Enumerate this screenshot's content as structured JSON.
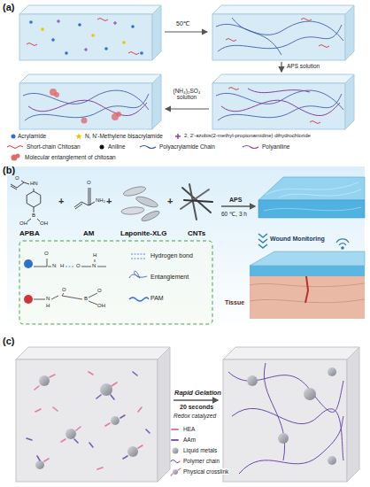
{
  "diagram": {
    "labels": [
      "(a)",
      "50℃",
      "APS solution",
      "(NH₄)₂SO₄ solution",
      "(b)",
      "O",
      "HN",
      "B",
      "OH",
      "OH",
      "APBA",
      "+",
      "O",
      "NH₂",
      "AM",
      "+",
      "Laponite-XLG",
      "+",
      "CNTs",
      "APS",
      "60 ℃, 3 h",
      "Wound Monitoring",
      "Tissue",
      "O",
      "N",
      "H",
      "O",
      "N",
      "H",
      "N",
      "H",
      "O",
      "B",
      "O",
      "OH",
      "(c)",
      "Rapid Gelation",
      "20 seconds",
      "Redox catalyzed"
    ],
    "legend": [
      {
        "text": "Acrylamide"
      },
      {
        "text": "N, N'-Methylene bisacrylamide"
      },
      {
        "text": "2, 2'-azobis(2-methyl-propionamidine) dihydrochloride"
      },
      {
        "text": "Short-chain Chitosan"
      },
      {
        "text": "Aniline"
      },
      {
        "text": "Polyacrylamide Chain"
      },
      {
        "text": "Polyaniline"
      },
      {
        "text": "Molecular entanglement of chitosan"
      },
      {
        "text": "Hydrogen bond"
      },
      {
        "text": "Entanglement"
      },
      {
        "text": "PAM"
      },
      {
        "text": "HEA"
      },
      {
        "text": "AAm"
      },
      {
        "text": "Liquid metals"
      },
      {
        "text": "Polymer chain"
      },
      {
        "text": "Physical crosslink"
      }
    ]
  }
}
